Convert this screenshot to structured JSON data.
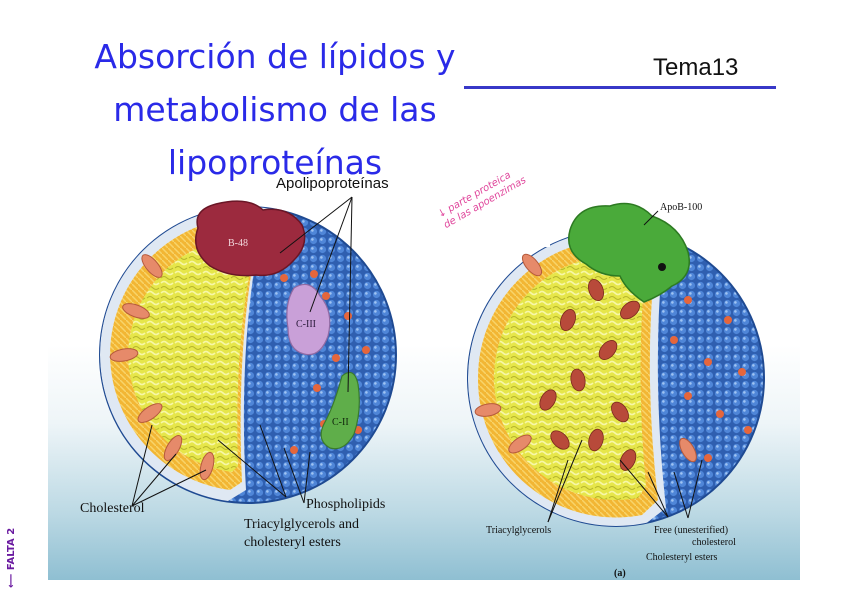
{
  "slide": {
    "title_lines": [
      "Absorción de lípidos y",
      "metabolismo de las",
      "lipoproteínas"
    ],
    "topic": "Tema13"
  },
  "left_figure": {
    "heading": "Apolipoproteínas",
    "apoproteins": [
      "B-48",
      "C-III",
      "C-II"
    ],
    "labels": {
      "cholesterol": "Cholesterol",
      "phospholipids": "Phospholipids",
      "triacyl_line1": "Triacylglycerols and",
      "triacyl_line2": "cholesteryl esters"
    }
  },
  "right_figure": {
    "apoprotein": "ApoB-100",
    "labels": {
      "triacylglycerols": "Triacylglycerols",
      "free_line1": "Free (unesterified)",
      "free_line2": "cholesterol",
      "esters": "Cholesteryl esters"
    },
    "panel_letter": "(a)"
  },
  "annotations": {
    "handwritten_lines": [
      "↓ parte proteica",
      "de las apoenzimas"
    ],
    "side_note": "⟵ FALTA 2"
  },
  "colors": {
    "title": "#2a2ae8",
    "rule": "#3838c8",
    "shell_blue": "#2f5fb0",
    "core_yellow": "#e8e84a",
    "b48": "#9c2a3e",
    "c3": "#c9a0d8",
    "c2": "#5fae4a",
    "apob100": "#4aaa3a",
    "handwriting": "#e0479c"
  }
}
